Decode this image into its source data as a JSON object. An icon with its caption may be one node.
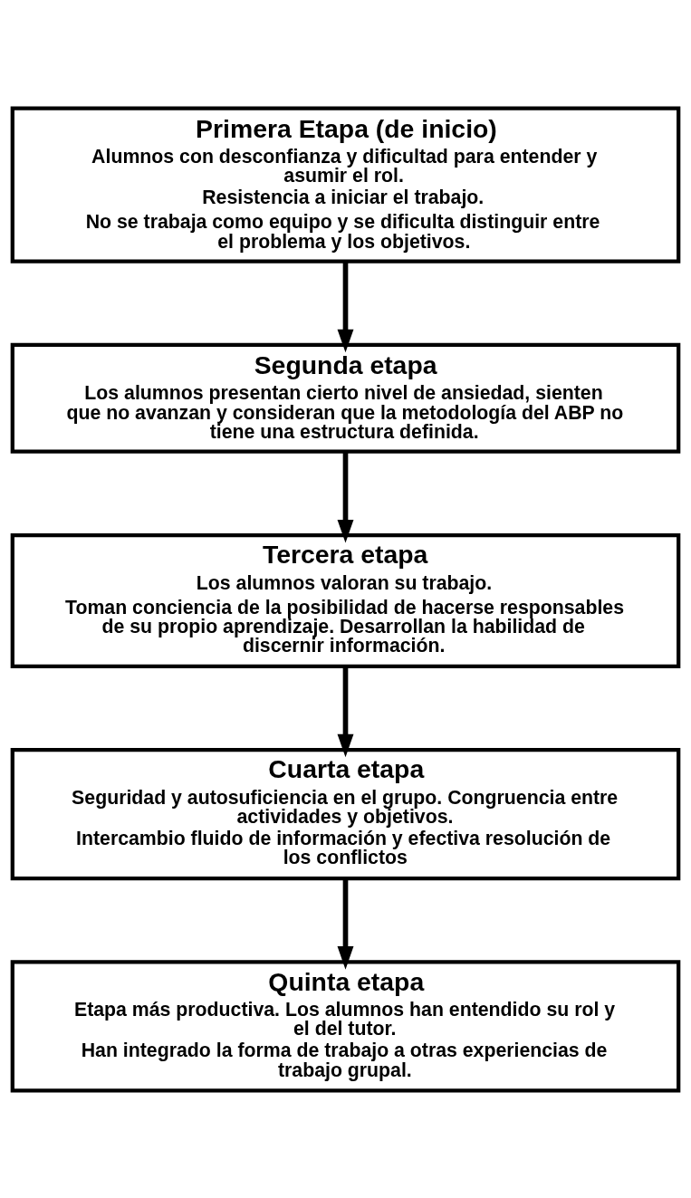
{
  "diagram": {
    "nodes": [
      {
        "text": [
          "Primera Etapa (de inicio)",
          "Alumnos con desconfianza y dificultad para entender y asumir el rol.",
          "Resistencia a iniciar el trabajo.",
          "No se trabaja como equipo y se dificulta distinguir entre el problema y los objetivos."
        ]
      },
      {
        "text": [
          "Segunda etapa",
          "Los alumnos presentan cierto nivel de ansiedad, sienten que no avanzan y consideran que la metodología del ABP no tiene una estructura definida."
        ]
      },
      {
        "text": [
          "Tercera etapa",
          "Los alumnos valoran su trabajo.",
          "Toman conciencia de la posibilidad de hacerse responsables de su propio aprendizaje. Desarrollan la habilidad de discernir información."
        ]
      },
      {
        "text": [
          "Cuarta etapa",
          "Seguridad y autosuficiencia en el grupo. Congruencia entre actividades y objetivos.",
          "Intercambio fluido de información y efectiva resolución de los conflictos"
        ]
      },
      {
        "text": [
          "Quinta etapa",
          "Etapa más productiva. Los alumnos han entendido su rol y el del tutor.",
          "Han integrado la forma de trabajo a otras experiencias de trabajo grupal."
        ]
      }
    ],
    "edges": [
      {
        "from": 0,
        "to": 1,
        "arrow": "to"
      },
      {
        "from": 1,
        "to": 2,
        "arrow": "to"
      },
      {
        "from": 2,
        "to": 3,
        "arrow": "to"
      },
      {
        "from": 3,
        "to": 4,
        "arrow": "to"
      }
    ]
  }
}
